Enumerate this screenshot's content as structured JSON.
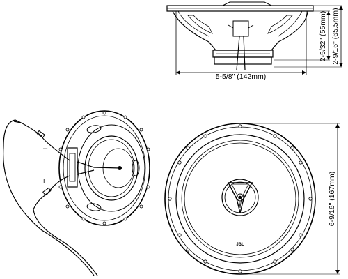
{
  "side_view": {
    "width_label": "5-5/8\" (142mm)",
    "mount_depth_label": "2-5/32\" (55mm)",
    "total_depth_label": "2-9/16\" (65.5mm)"
  },
  "rear_view": {
    "negative_symbol": "–",
    "positive_symbol": "+"
  },
  "front_view": {
    "diameter_label": "6-9/16\" (167mm)",
    "brand_logo": "JBL"
  }
}
